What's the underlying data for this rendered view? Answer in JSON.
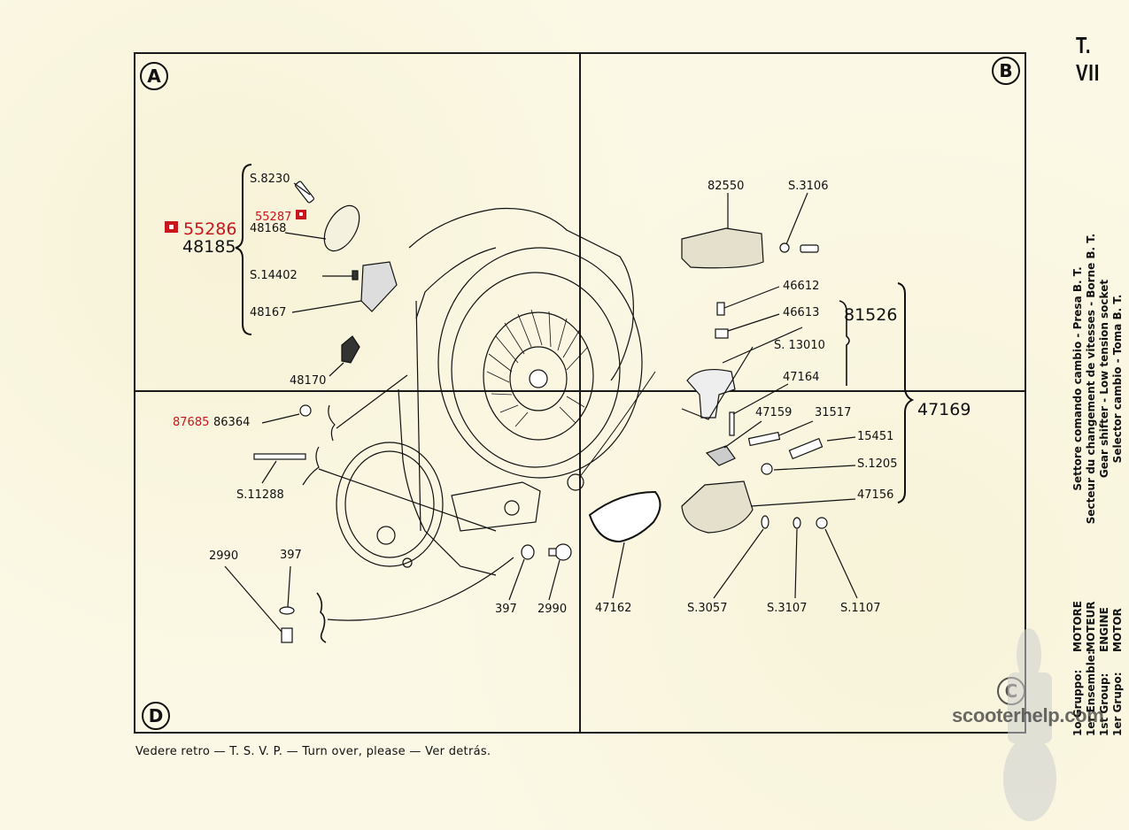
{
  "page": {
    "table_id": "T. VII",
    "footer_note": "Vedere retro — T. S. V. P. — Turn over, please — Ver detrás.",
    "watermark": "scooterhelp.com"
  },
  "quadrants": {
    "a": "A",
    "b": "B",
    "c": "C",
    "d": "D"
  },
  "group_info": {
    "lines": [
      {
        "label": "1o Gruppo:",
        "value": "MOTORE"
      },
      {
        "label": "1er Ensemble:",
        "value": "MOTEUR"
      },
      {
        "label": "1st Group:",
        "value": "ENGINE"
      },
      {
        "label": "1er Grupo:",
        "value": "MOTOR"
      }
    ]
  },
  "section_title": {
    "lines": [
      "Settore comando cambio - Presa B. T.",
      "Secteur du changement de vitesses - Borne B. T.",
      "Gear shifter - Low tension socket",
      "Selector cambio - Toma B. T."
    ]
  },
  "colors": {
    "paper": "#fbf8e5",
    "ink": "#111111",
    "highlight_red": "#c8161d"
  },
  "part_labels": {
    "quadrant_a": {
      "assembly_new": "55286",
      "assembly": "48185",
      "s8230": "S.8230",
      "p55287": "55287",
      "p48168": "48168",
      "s14402": "S.14402",
      "p48167": "48167",
      "p48170": "48170"
    },
    "quadrant_d": {
      "p87685": "87685",
      "p86364": "86364",
      "s11288": "S.11288",
      "p2990_left": "2990",
      "p397_left": "397",
      "p397_center": "397",
      "p2990_center": "2990"
    },
    "quadrant_b": {
      "p82550": "82550",
      "s3106": "S.3106",
      "p46612": "46612",
      "p46613": "46613",
      "s13010": "S. 13010",
      "assembly_81526": "81526",
      "p47164": "47164",
      "p47159": "47159",
      "p31517": "31517",
      "p15451": "15451",
      "s1205": "S.1205",
      "p47156": "47156",
      "assembly_47169": "47169"
    },
    "quadrant_c": {
      "p47162": "47162",
      "s3057": "S.3057",
      "s3107": "S.3107",
      "s1107": "S.1107"
    }
  }
}
